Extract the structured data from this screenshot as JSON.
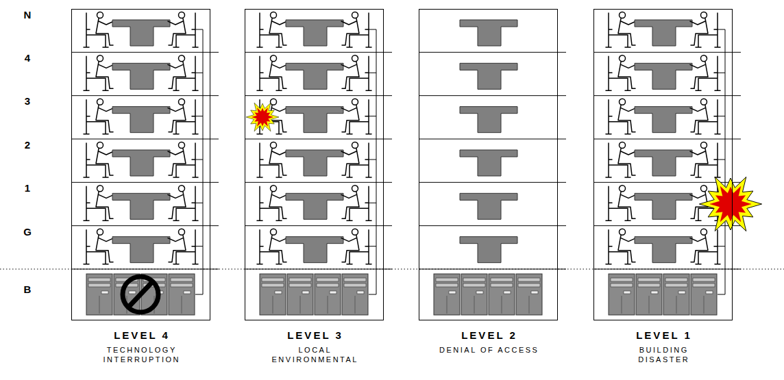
{
  "diagram": {
    "nodes": [
      {
        "text": [
          "LEVEL 4",
          "TECHNOLOGY INTERRUPTION"
        ]
      },
      {
        "text": [
          "LEVEL 3",
          "LOCAL ENVIRONMENTAL"
        ]
      },
      {
        "text": [
          "LEVEL 2",
          "DENIAL OF ACCESS"
        ]
      },
      {
        "text": [
          "LEVEL 1",
          "BUILDING DISASTER"
        ]
      }
    ],
    "labels": [
      "N",
      "4",
      "3",
      "2",
      "1",
      "G",
      "B"
    ]
  }
}
